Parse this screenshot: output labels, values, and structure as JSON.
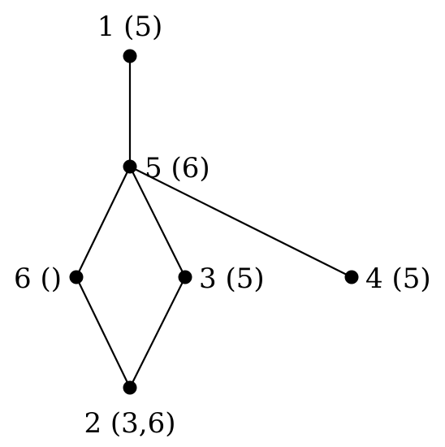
{
  "graph": {
    "nodes": [
      {
        "id": "1",
        "label": "1 (5)"
      },
      {
        "id": "5",
        "label": "5 (6)"
      },
      {
        "id": "6",
        "label": "6 ()"
      },
      {
        "id": "3",
        "label": "3 (5)"
      },
      {
        "id": "4",
        "label": "4 (5)"
      },
      {
        "id": "2",
        "label": "2 (3,6)"
      }
    ],
    "edges": [
      {
        "from": "1",
        "to": "5"
      },
      {
        "from": "5",
        "to": "6"
      },
      {
        "from": "5",
        "to": "3"
      },
      {
        "from": "5",
        "to": "4"
      },
      {
        "from": "6",
        "to": "2"
      },
      {
        "from": "3",
        "to": "2"
      }
    ],
    "colors": {
      "node": "#000000",
      "edge": "#000000",
      "background": "#ffffff"
    }
  }
}
